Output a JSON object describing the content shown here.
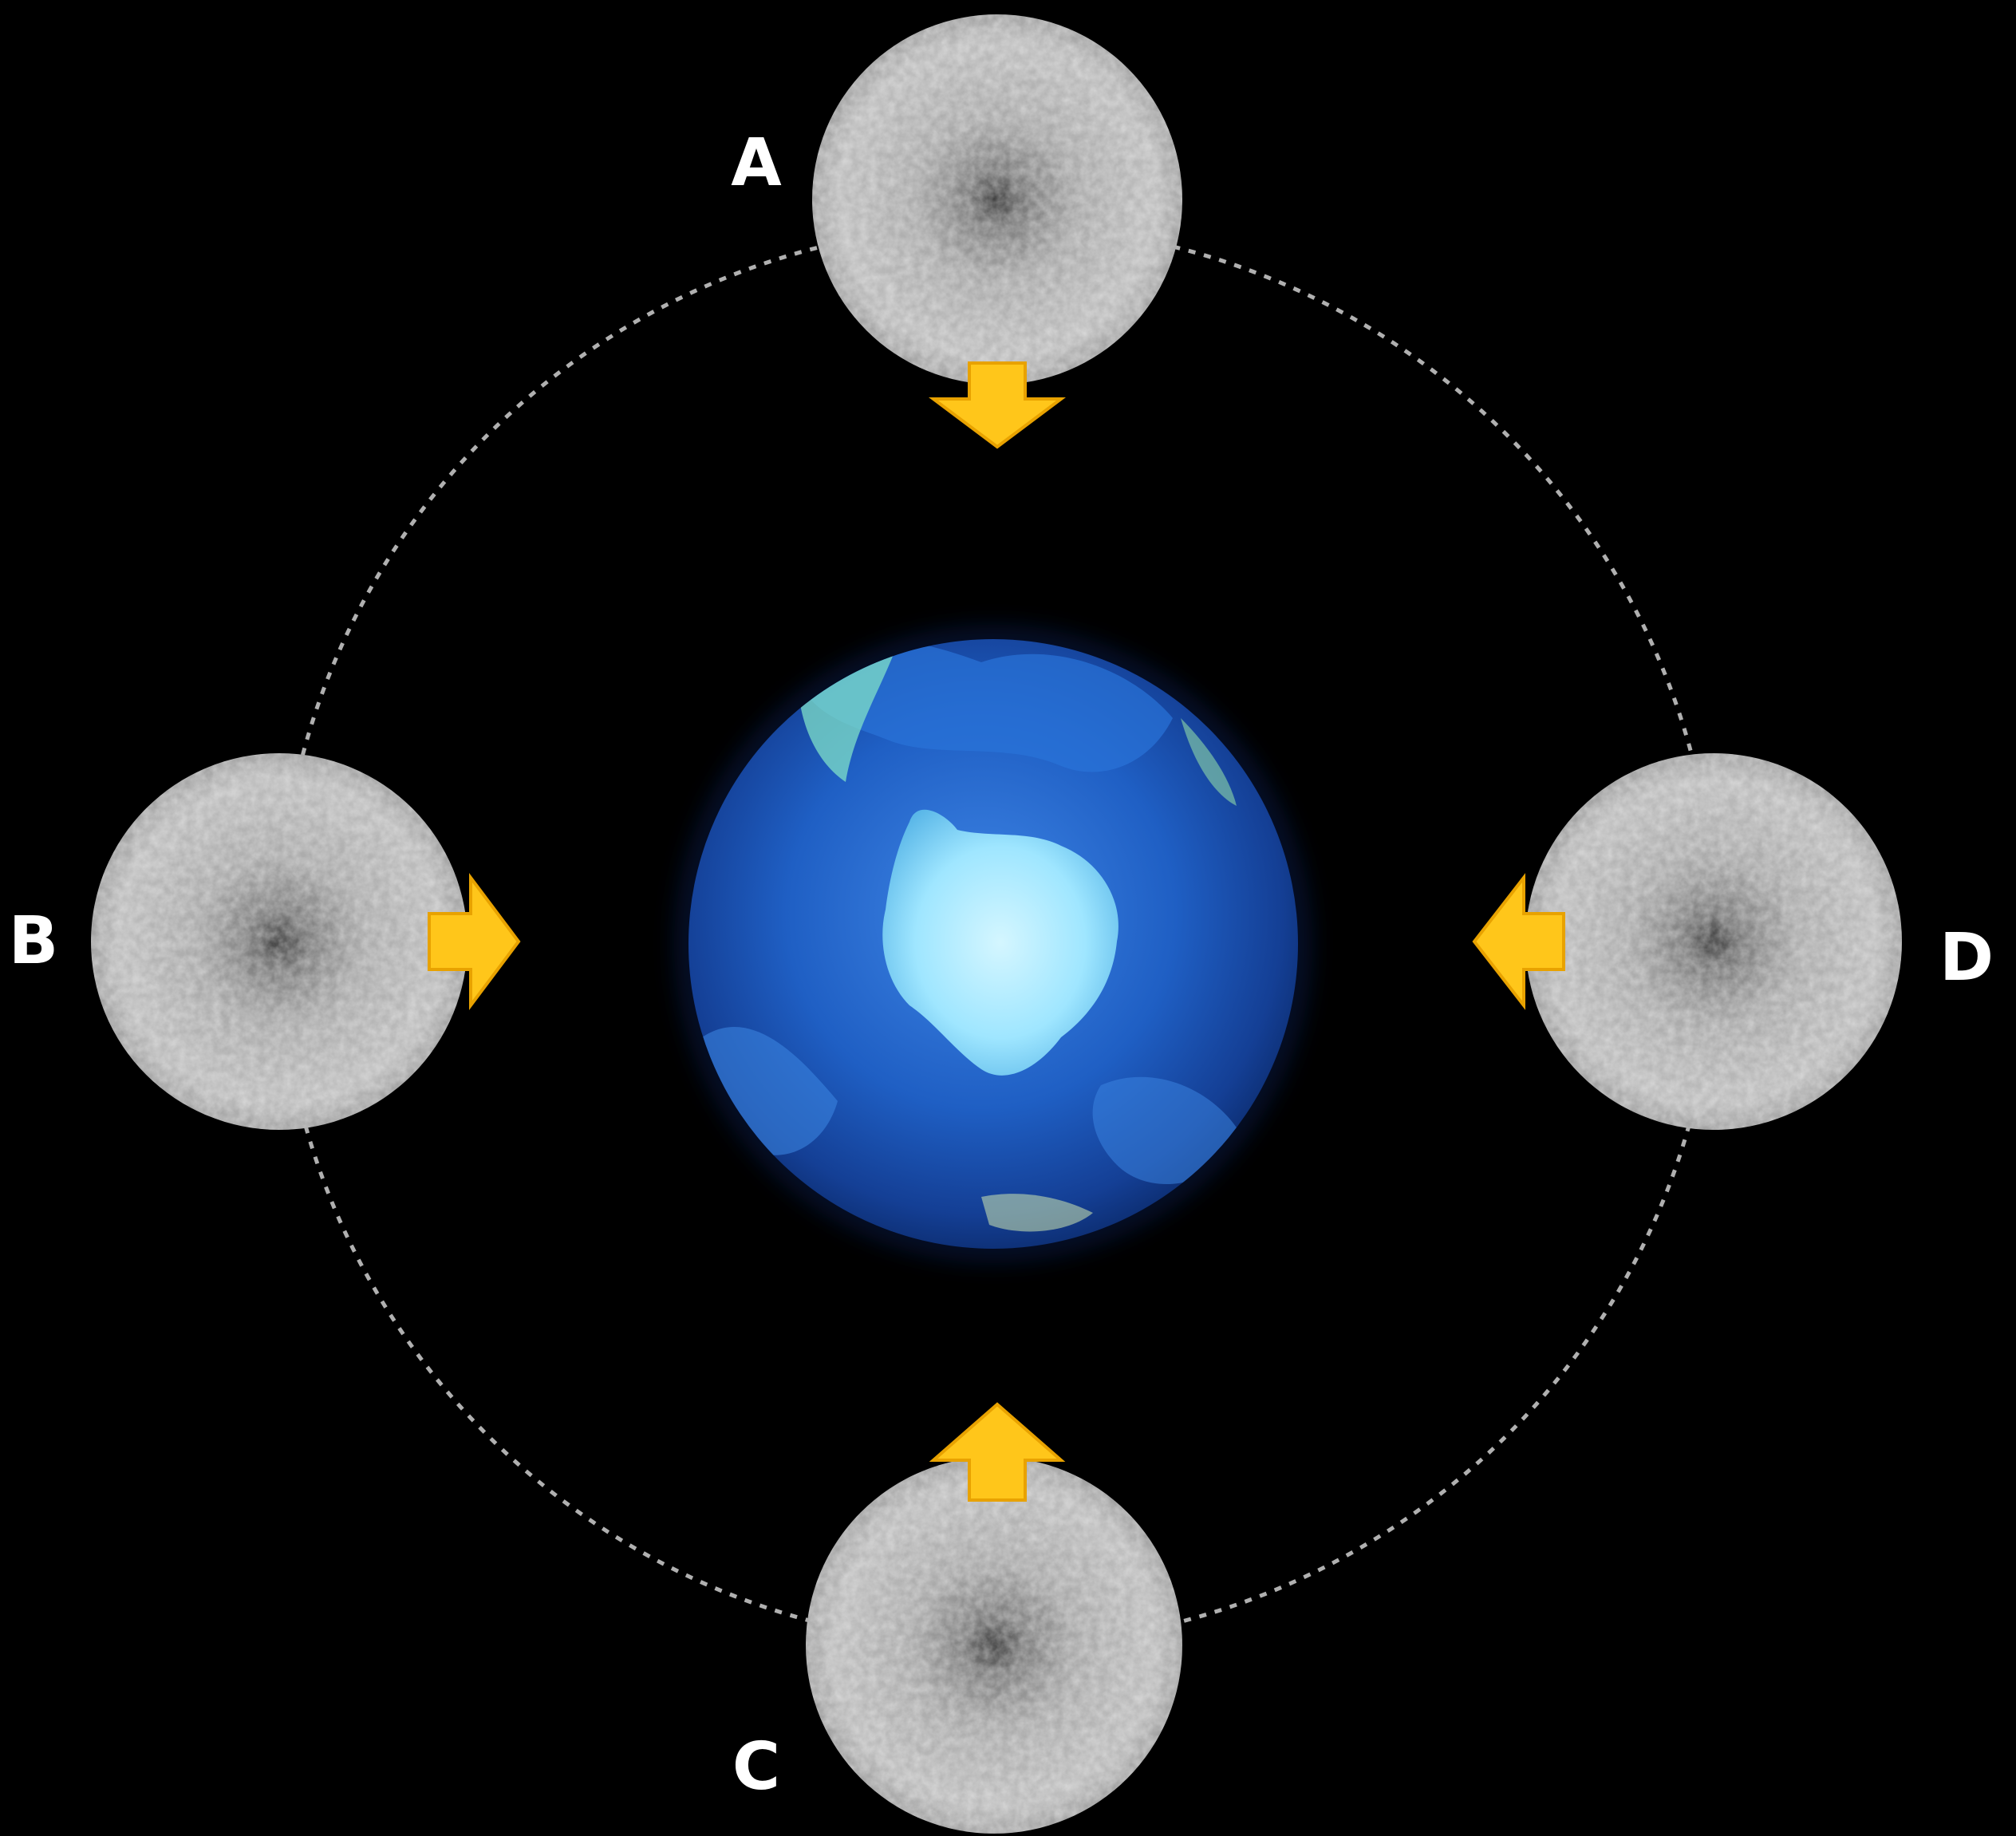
{
  "labels": {
    "a": "A",
    "b": "B",
    "c": "C",
    "d": "D"
  },
  "colors": {
    "background": "#000000",
    "orbit": "#cfcfcf",
    "moon": "#a8a8a8",
    "earth_ocean": "#1f5fc4",
    "earth_ice": "#9fe6ff",
    "arrow": "#ffc61a"
  },
  "icons": {
    "moon": "moon-icon",
    "earth": "earth-icon",
    "arrow": "arrow-icon"
  }
}
